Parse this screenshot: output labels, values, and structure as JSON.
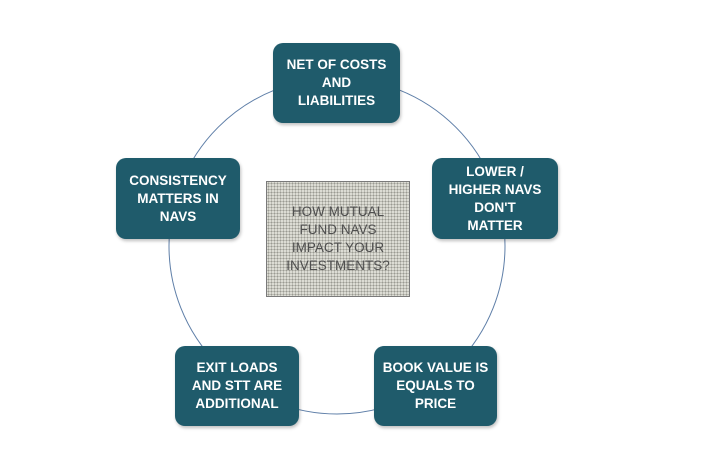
{
  "diagram": {
    "center_text": "HOW MUTUAL\nFUND NAVS\nIMPACT YOUR\nINVESTMENTS?",
    "nodes": [
      {
        "label": "NET OF COSTS\nAND\nLIABILITIES"
      },
      {
        "label": "LOWER /\nHIGHER NAVS\nDON'T\nMATTER"
      },
      {
        "label": "BOOK VALUE IS\nEQUALS TO\nPRICE"
      },
      {
        "label": "EXIT LOADS\nAND STT ARE\nADDITIONAL"
      },
      {
        "label": "CONSISTENCY\nMATTERS IN\nNAVS"
      }
    ],
    "colors": {
      "node_fill": "#1f5b6b",
      "node_text": "#ffffff",
      "cycle_line": "#5f7fa8",
      "center_fill": "#dcdcd4",
      "center_text": "#4f4f4f"
    }
  }
}
